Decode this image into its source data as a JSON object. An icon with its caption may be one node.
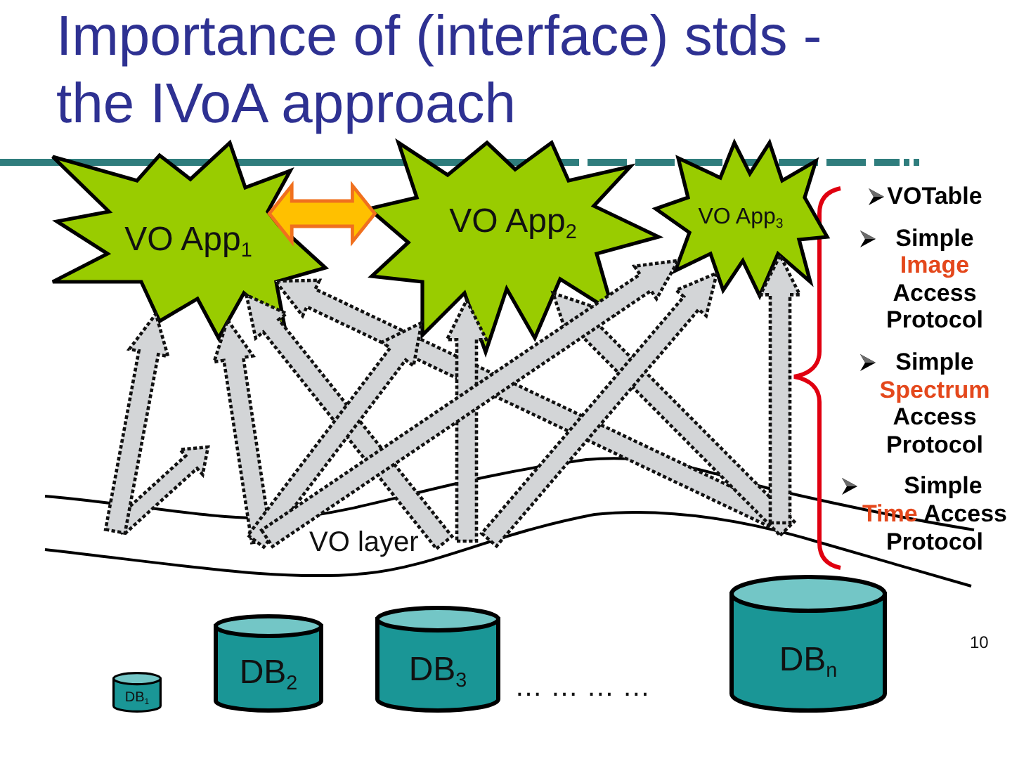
{
  "diagram": {
    "title": "Importance of (interface) stds - the IVoA approach",
    "nodes": [
      {
        "text": [
          "VO App$_{1}$"
        ]
      },
      {
        "text": [
          "VO App$_{2}$"
        ]
      },
      {
        "text": [
          "VO App$_{3}$"
        ]
      },
      {
        "text": [
          "DB$_{1}$"
        ]
      },
      {
        "text": [
          "DB$_{2}$"
        ]
      },
      {
        "text": [
          "DB$_{3}$"
        ]
      },
      {
        "text": [
          "DB$_{n}$"
        ]
      }
    ],
    "edges": [
      {
        "from": 0,
        "to": 1,
        "arrow": "both",
        "color": "#ffc000"
      },
      {
        "from": null,
        "to": 0,
        "arrow": "to"
      },
      {
        "from": null,
        "to": 0,
        "arrow": "to"
      },
      {
        "from": null,
        "to": 0,
        "arrow": "to"
      },
      {
        "from": null,
        "to": 0,
        "arrow": "to"
      },
      {
        "from": null,
        "to": 1,
        "arrow": "to"
      },
      {
        "from": null,
        "to": 1,
        "arrow": "to"
      },
      {
        "from": null,
        "to": 1,
        "arrow": "to"
      },
      {
        "from": null,
        "to": 2,
        "arrow": "to"
      },
      {
        "from": null,
        "to": 2,
        "arrow": "to"
      },
      {
        "from": null,
        "to": 2,
        "arrow": "to"
      }
    ],
    "labels": [
      "VOTable",
      "Simple **Image** Access Protocol",
      "Simple **Spectrum** Access Protocol",
      "Simple **Time** Access Protocol",
      "VO layer",
      "… … … …",
      "10"
    ]
  }
}
